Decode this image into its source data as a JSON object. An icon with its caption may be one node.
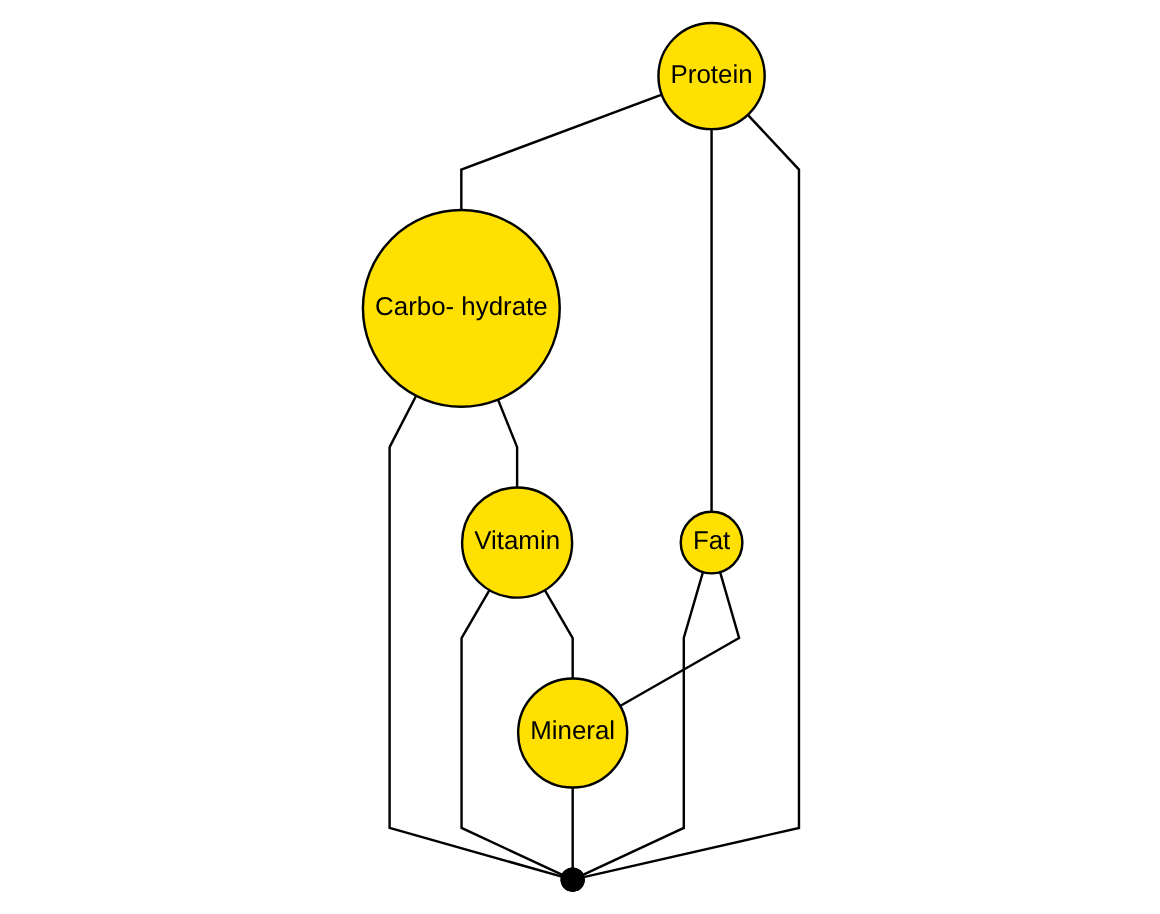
{
  "diagram": {
    "nodes": [
      {
        "text": [
          "Protein"
        ]
      },
      {
        "text": [
          "Carbo- hydrate"
        ]
      },
      {
        "text": [
          "Fat"
        ]
      },
      {
        "text": [],
        "shape": "point"
      },
      {
        "text": [
          "Vitamin"
        ]
      },
      {
        "text": [
          "Mineral"
        ]
      }
    ],
    "edges": [
      {
        "from": 0,
        "to": 1,
        "arrow": "none"
      },
      {
        "from": 0,
        "to": 2,
        "arrow": "none"
      },
      {
        "from": 0,
        "to": 3,
        "arrow": "none"
      },
      {
        "from": 1,
        "to": 3,
        "arrow": "none"
      },
      {
        "from": 2,
        "to": 3,
        "arrow": "none"
      },
      {
        "from": 1,
        "to": 4,
        "arrow": "none"
      },
      {
        "from": 2,
        "to": 5,
        "arrow": "none"
      },
      {
        "from": 4,
        "to": 3,
        "arrow": "none"
      },
      {
        "from": 5,
        "to": 3,
        "arrow": "none"
      },
      {
        "from": 4,
        "to": 5,
        "arrow": "none"
      }
    ]
  }
}
